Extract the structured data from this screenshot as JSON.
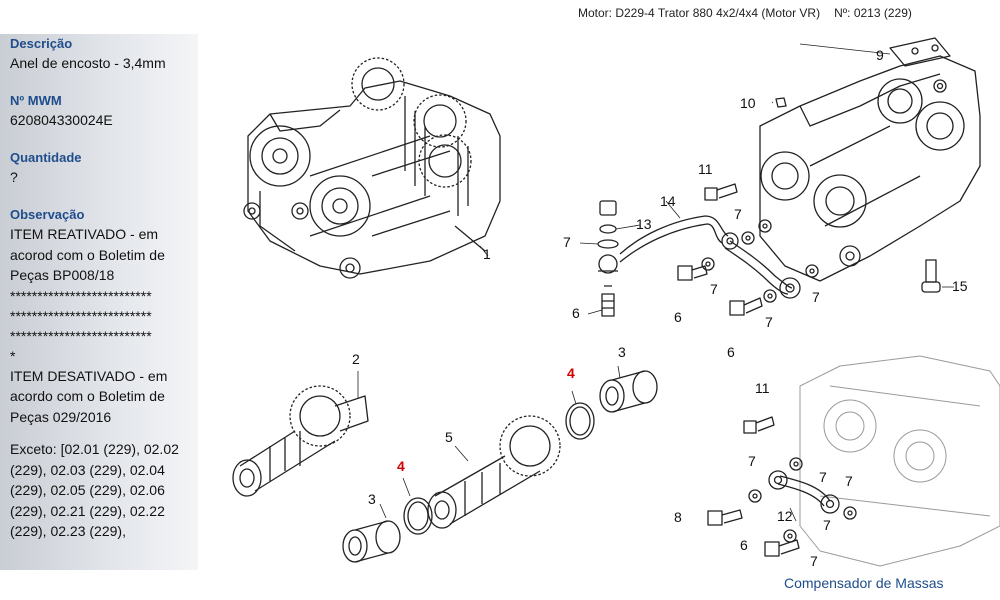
{
  "header": {
    "motor_text": "Motor: D229-4 Trator 880 4x2/4x4 (Motor VR)",
    "numero_text": "Nº: 0213 (229)"
  },
  "sidebar": {
    "descricao_label": "Descrição",
    "descricao_value": "Anel de encosto - 3,4mm",
    "mwm_label": "Nº MWM",
    "mwm_value": "620804330024E",
    "quantidade_label": "Quantidade",
    "quantidade_value": "?",
    "observacao_label": "Observação",
    "obs_reativado": "ITEM REATIVADO - em acorod com o Boletim de Peças BP008/18",
    "stars_1": "**************************",
    "stars_2": "**************************",
    "stars_3": "**************************",
    "stars_4": "*",
    "obs_desativado": "ITEM DESATIVADO - em acordo com o Boletim de Peças 029/2016",
    "excecao": "Exceto: [02.01 (229), 02.02 (229), 02.03 (229), 02.04 (229), 02.05 (229), 02.06 (229), 02.21 (229), 02.22 (229), 02.23 (229),"
  },
  "diagram": {
    "callouts": {
      "c1": "1",
      "c2": "2",
      "c3a": "3",
      "c3b": "3",
      "c4a": "4",
      "c4b": "4",
      "c5": "5",
      "c6a": "6",
      "c6b": "6",
      "c6c": "6",
      "c6d": "6",
      "c7a": "7",
      "c7b": "7",
      "c7c": "7",
      "c7d": "7",
      "c7e": "7",
      "c7f": "7",
      "c7g": "7",
      "c7h": "7",
      "c7i": "7",
      "c7j": "7",
      "c8": "8",
      "c9": "9",
      "c10": "10",
      "c11a": "11",
      "c11b": "11",
      "c12": "12",
      "c13": "13",
      "c14": "14",
      "c15": "15"
    }
  },
  "footer": {
    "link_label": "Compensador de Massas"
  }
}
